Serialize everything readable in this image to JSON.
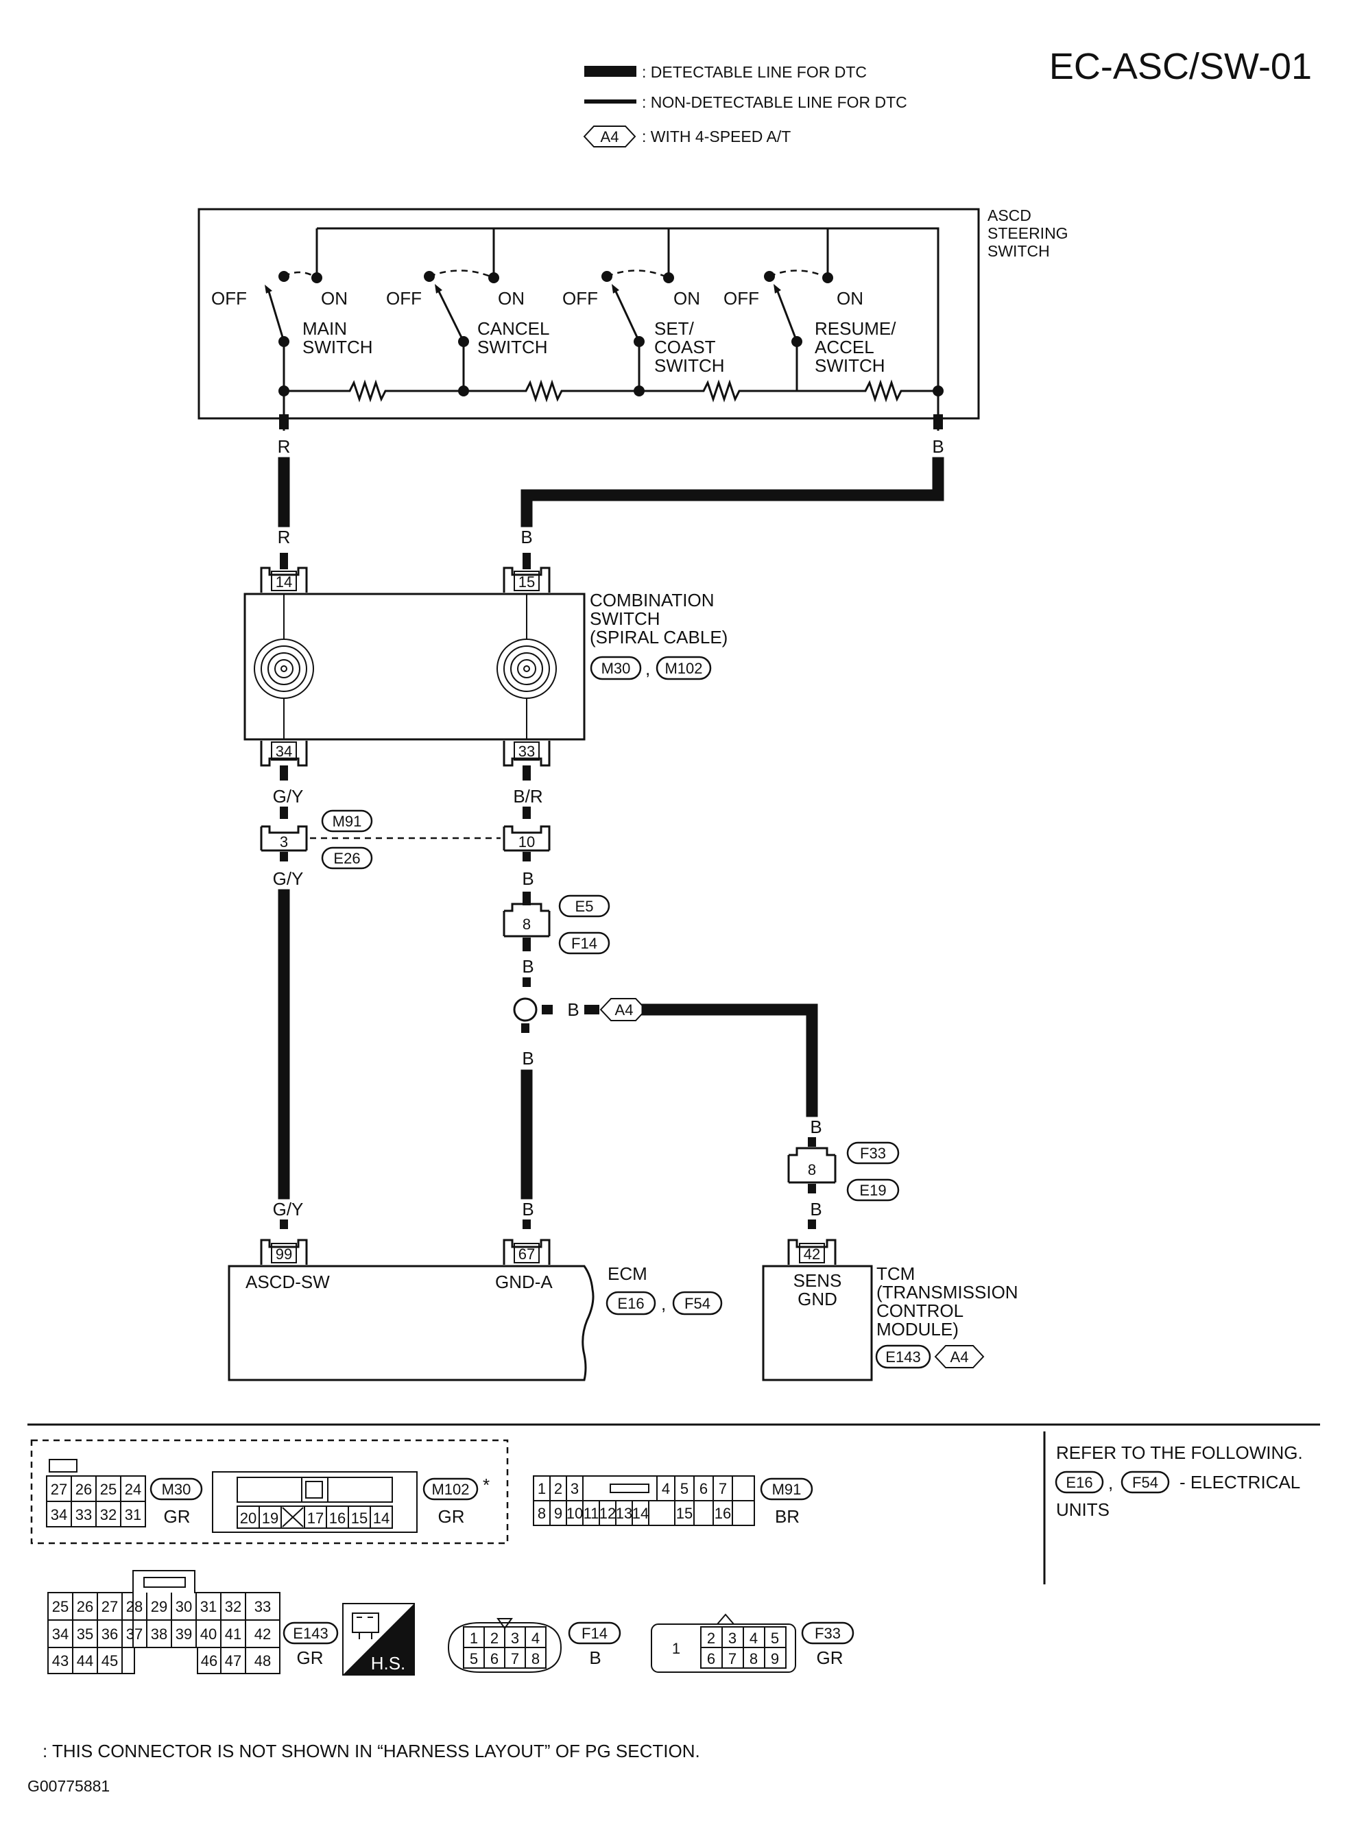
{
  "page_id": "EC-ASC/SW-01",
  "legend": {
    "detectable": ": DETECTABLE LINE FOR DTC",
    "non_detectable": ": NON-DETECTABLE LINE FOR DTC",
    "a4_tag": "A4",
    "a4_text": ": WITH 4-SPEED A/T"
  },
  "steering_switch": {
    "title": [
      "ASCD",
      "STEERING",
      "SWITCH"
    ],
    "off_label": "OFF",
    "on_label": "ON",
    "switches": [
      {
        "name": [
          "MAIN",
          "SWITCH"
        ]
      },
      {
        "name": [
          "CANCEL",
          "SWITCH"
        ]
      },
      {
        "name": [
          "SET/",
          "COAST",
          "SWITCH"
        ]
      },
      {
        "name": [
          "RESUME/",
          "ACCEL",
          "SWITCH"
        ]
      }
    ]
  },
  "wire_colors": {
    "r": "R",
    "b": "B",
    "gy": "G/Y",
    "br": "B/R"
  },
  "combination_switch": {
    "title": [
      "COMBINATION",
      "SWITCH",
      "(SPIRAL CABLE)"
    ],
    "connectors": [
      "M30",
      "M102"
    ],
    "pins": {
      "top_left": "14",
      "top_right": "15",
      "bottom_left": "34",
      "bottom_right": "33"
    }
  },
  "joint_connectors": {
    "m91_e26": {
      "tags": [
        "M91",
        "E26"
      ],
      "pins": [
        "3",
        "10"
      ]
    },
    "e5_f14": {
      "tags": [
        "E5",
        "F14"
      ],
      "pin": "8"
    },
    "f33_e19": {
      "tags": [
        "F33",
        "E19"
      ],
      "pin": "8"
    }
  },
  "ecm": {
    "title": "ECM",
    "connectors": [
      "E16",
      "F54"
    ],
    "terminals": [
      {
        "pin": "99",
        "label": "ASCD-SW"
      },
      {
        "pin": "67",
        "label": "GND-A"
      }
    ]
  },
  "tcm": {
    "title": [
      "TCM",
      "(TRANSMISSION",
      "CONTROL",
      "MODULE)"
    ],
    "connector": "E143",
    "tag": "A4",
    "pin": "42",
    "label": [
      "SENS",
      "GND"
    ]
  },
  "connector_views": {
    "m30": {
      "tag": "M30",
      "color": "GR",
      "row1": [
        "27",
        "26",
        "25",
        "24"
      ],
      "row2": [
        "34",
        "33",
        "32",
        "31"
      ]
    },
    "m102": {
      "tag": "M102",
      "color": "GR",
      "star": "*",
      "row2": [
        "20",
        "19",
        "17",
        "16",
        "15",
        "14"
      ]
    },
    "m91": {
      "tag": "M91",
      "color": "BR",
      "row1": [
        "1",
        "2",
        "3",
        "4",
        "5",
        "6",
        "7"
      ],
      "row2": [
        "8",
        "9",
        "10",
        "11",
        "12",
        "13",
        "14",
        "15",
        "16"
      ]
    },
    "e143": {
      "tag": "E143",
      "color": "GR",
      "row1": [
        "25",
        "26",
        "27",
        "28",
        "29",
        "30",
        "31",
        "32",
        "33"
      ],
      "row2": [
        "34",
        "35",
        "36",
        "37",
        "38",
        "39",
        "40",
        "41",
        "42"
      ],
      "row3a": [
        "43",
        "44",
        "45"
      ],
      "row3b": [
        "46",
        "47",
        "48"
      ]
    },
    "hs_badge": "H.S.",
    "f14": {
      "tag": "F14",
      "color": "B",
      "row1": [
        "1",
        "2",
        "3",
        "4"
      ],
      "row2": [
        "5",
        "6",
        "7",
        "8"
      ]
    },
    "f33": {
      "tag": "F33",
      "color": "GR",
      "pin1": "1",
      "row1": [
        "2",
        "3",
        "4",
        "5"
      ],
      "row2": [
        "6",
        "7",
        "8",
        "9"
      ]
    }
  },
  "refer_note": {
    "line1": "REFER TO THE FOLLOWING.",
    "tags": [
      "E16",
      "F54"
    ],
    "line2": "- ELECTRICAL",
    "line3": "UNITS"
  },
  "footnote": ": THIS CONNECTOR IS NOT SHOWN IN “HARNESS LAYOUT” OF PG SECTION.",
  "figure_code": "G00775881"
}
